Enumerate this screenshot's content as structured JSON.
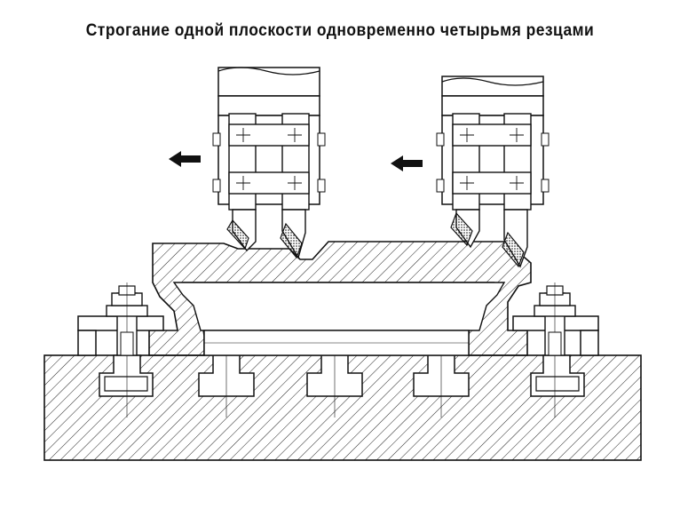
{
  "diagram": {
    "title": "Строгание одной плоскости одновременно четырьмя резцами",
    "feed_direction": "left",
    "cutter_count": 4,
    "ink_color": "#111111",
    "hatch_color": "#222222",
    "background": "#ffffff",
    "icons": {
      "feed_arrow": "left-arrow-icon",
      "cutter_head": "tool-holder-icon",
      "clamp": "bolt-clamp-icon"
    }
  }
}
